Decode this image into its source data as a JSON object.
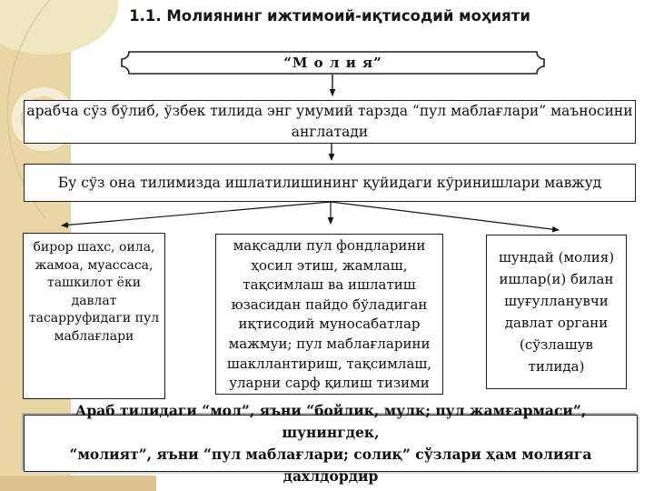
{
  "slide": {
    "title": "1.1. Молиянинг ижтимоий-иқтисодий моҳияти",
    "term_plaque": {
      "label": "“М о л и я”"
    },
    "definition_box": {
      "lines": [
        "арабча сўз бўлиб, ўзбек тилида энг умумий тарзда “пул маблағлари” маъносини",
        "англатади"
      ]
    },
    "usage_box": {
      "text": "Бу сўз она тилимизда ишлатилишининг қуйидаги кўринишлари мавжуд"
    },
    "branch_boxes": [
      {
        "lines": [
          "бирор шахс, оила,",
          "жамоа, муассаса,",
          "ташкилот ёки давлат",
          "тасарруфидаги пул",
          "маблағлари"
        ]
      },
      {
        "lines": [
          "мақсадли пул фондларини",
          "ҳосил этиш, жамлаш,",
          "тақсимлаш ва ишлатиш",
          "юзасидан пайдо бўладиган",
          "иқтисодий муносабатлар",
          "мажмуи; пул маблағларини",
          "шакллантириш, тақсимлаш,",
          "уларни сарф қилиш тизими"
        ]
      },
      {
        "lines": [
          "шундай (молия)",
          "ишлар(и) билан",
          "шуғулланувчи",
          "давлат органи",
          "(сўзлашув",
          "тилида)"
        ]
      }
    ],
    "footer_box": {
      "lines": [
        "Араб тилидаги “мол”, яъни “бойлик, мулк; пул жамғармаси”, шунингдек,",
        "“молият”, яъни “пул маблағлари; солиқ” сўзлари ҳам молияга дахлдордир"
      ]
    }
  },
  "colors": {
    "sidebar_beige": "#e8d7a3",
    "sidebar_cream": "#eee6c0",
    "ring_cream": "#f4edd6",
    "bottom_patch": "#dcc28c",
    "box_border": "#1f1f1f",
    "text": "#0f0f0f"
  }
}
